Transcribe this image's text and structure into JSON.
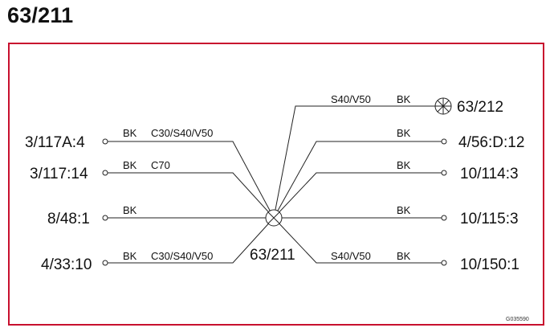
{
  "title": "63/211",
  "colors": {
    "frame": "#c8102e",
    "line": "#222222"
  },
  "center": {
    "label": "63/211"
  },
  "left_wires": [
    {
      "connector": "3/117A:4",
      "color": "BK",
      "variant": "C30/S40/V50"
    },
    {
      "connector": "3/117:14",
      "color": "BK",
      "variant": "C70"
    },
    {
      "connector": "8/48:1",
      "color": "BK",
      "variant": ""
    },
    {
      "connector": "4/33:10",
      "color": "BK",
      "variant": "C30/S40/V50"
    }
  ],
  "right_wires": [
    {
      "connector": "63/212",
      "color": "BK",
      "variant": "S40/V50",
      "terminal": "ground-icon"
    },
    {
      "connector": "4/56:D:12",
      "color": "BK",
      "variant": "",
      "terminal": "terminal-icon"
    },
    {
      "connector": "10/114:3",
      "color": "BK",
      "variant": "",
      "terminal": "terminal-icon"
    },
    {
      "connector": "10/115:3",
      "color": "BK",
      "variant": "",
      "terminal": "terminal-icon"
    },
    {
      "connector": "10/150:1",
      "color": "BK",
      "variant": "S40/V50",
      "terminal": "terminal-icon"
    }
  ],
  "reference": "G035590"
}
